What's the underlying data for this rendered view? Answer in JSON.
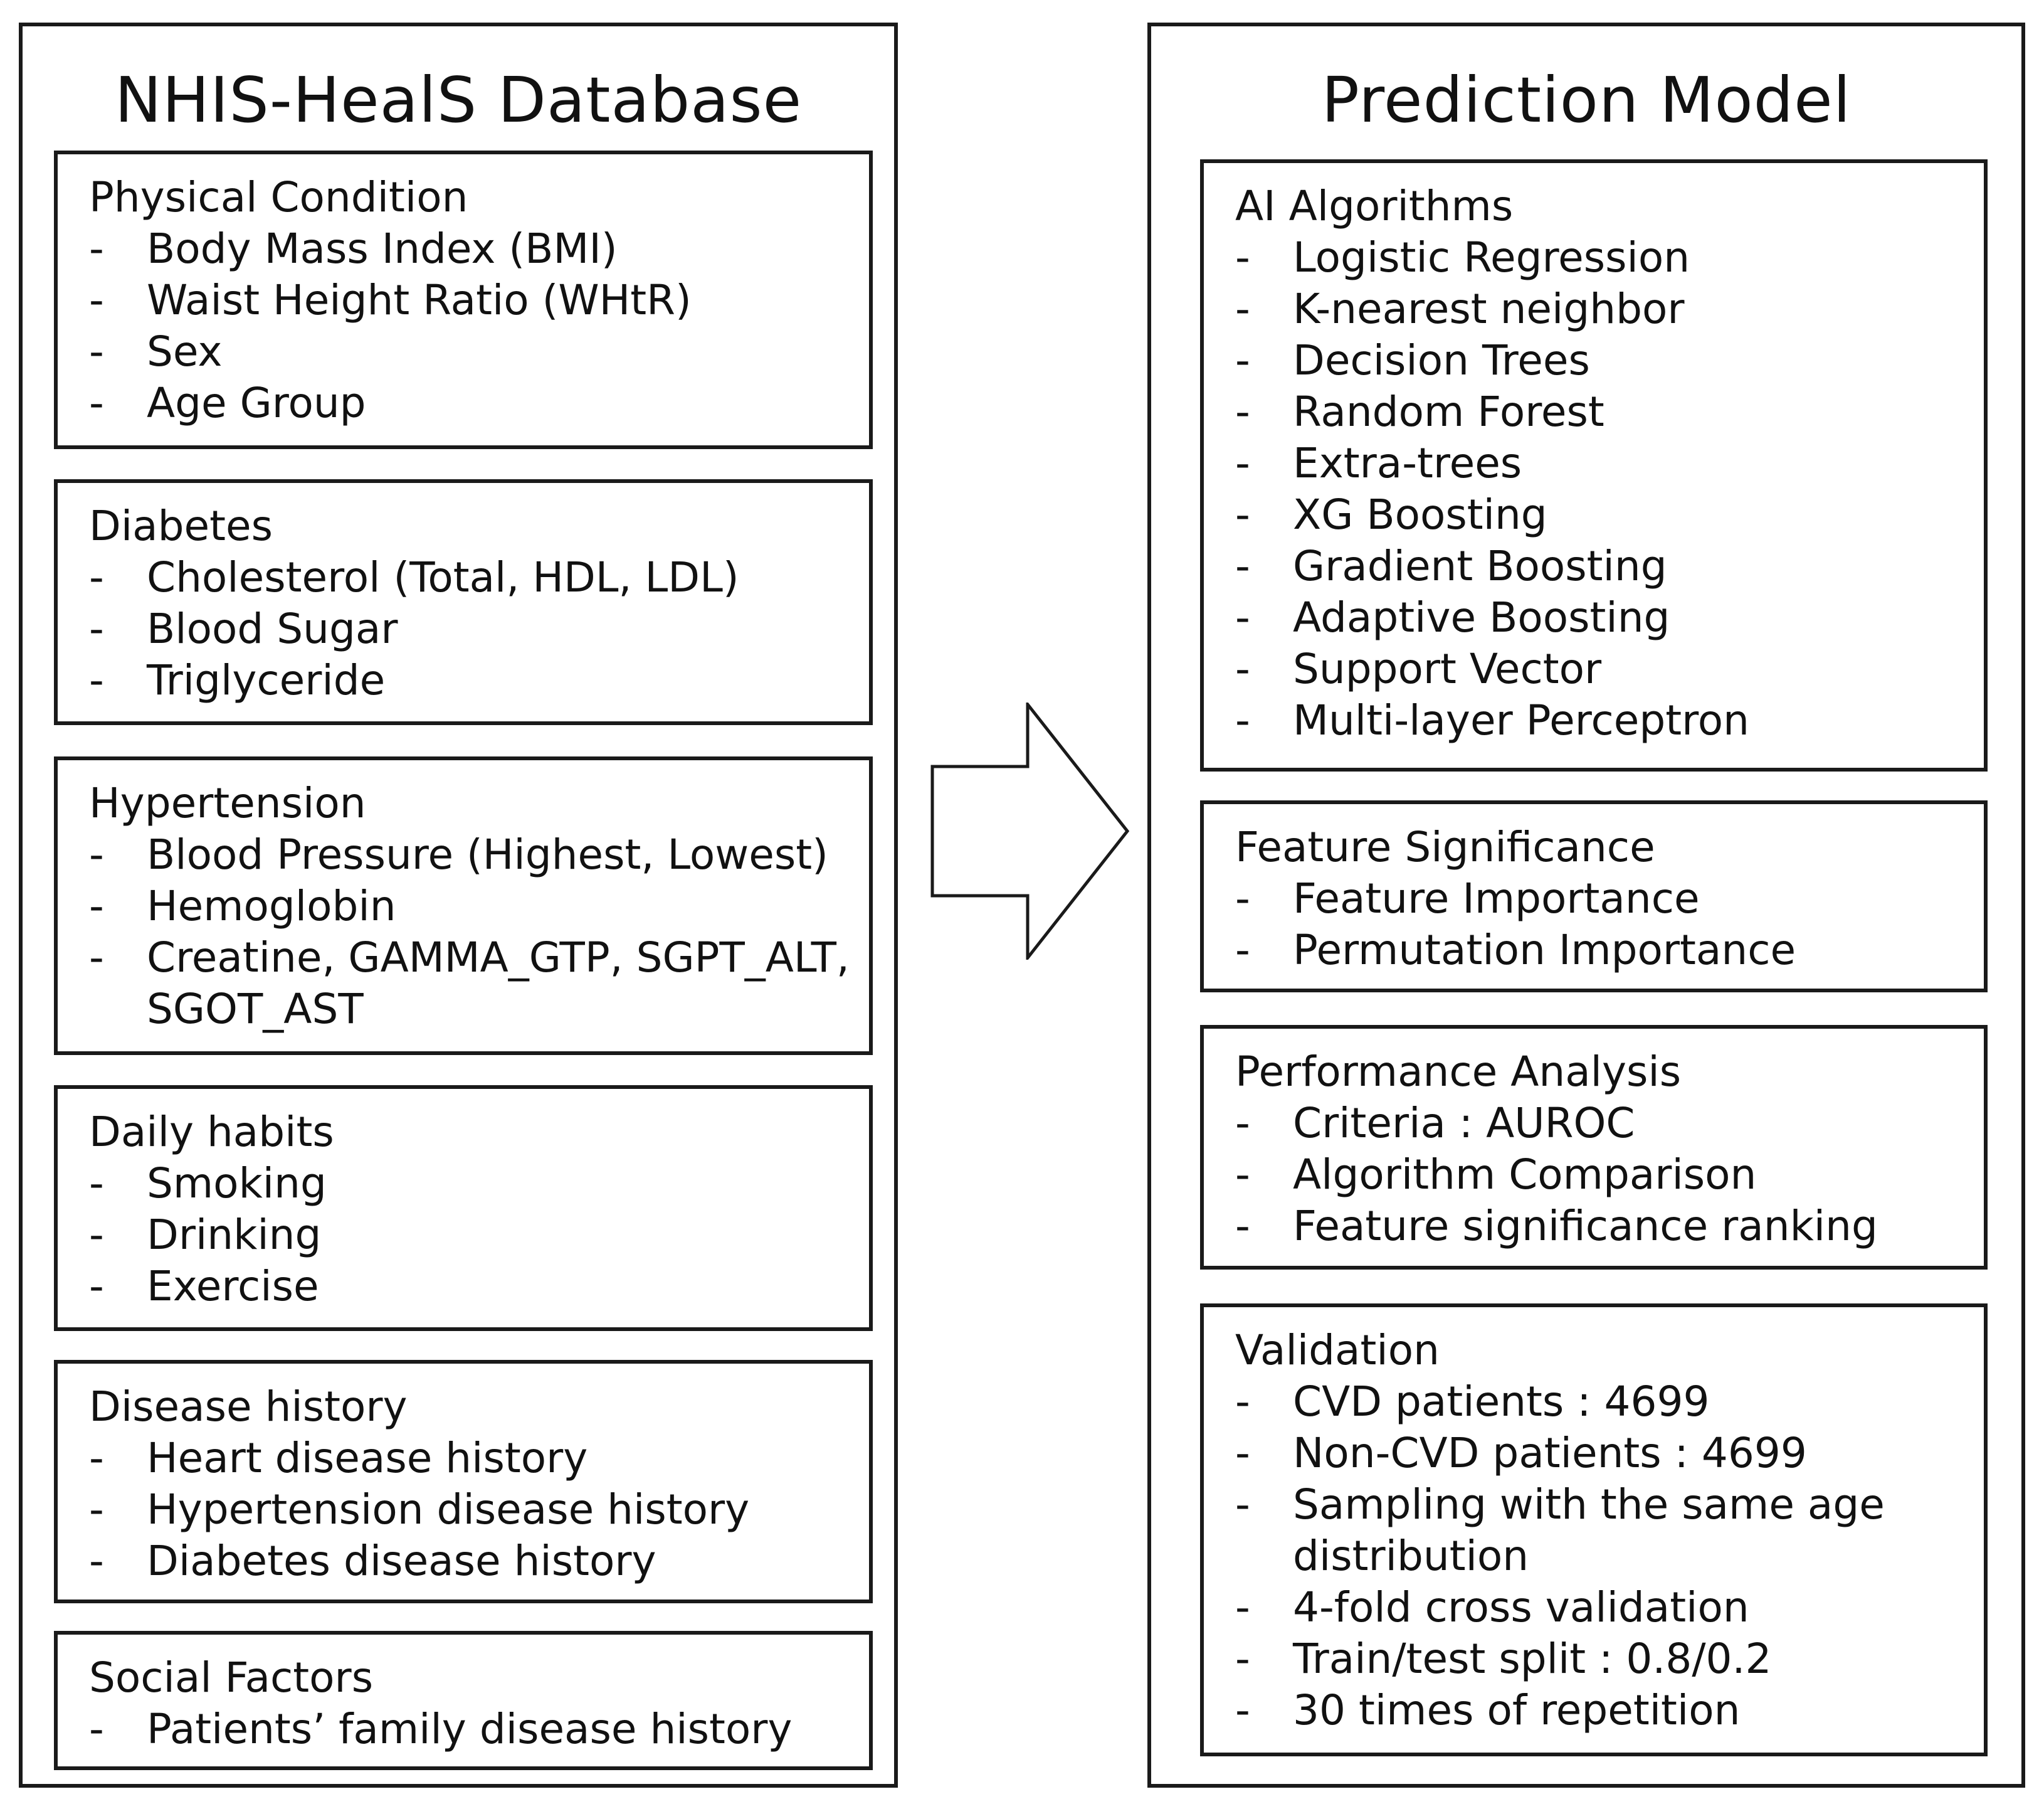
{
  "left_panel": {
    "title": "NHIS-HealS Database",
    "sections": [
      {
        "heading": "Physical Condition",
        "items": [
          "Body Mass Index (BMI)",
          "Waist Height Ratio (WHtR)",
          "Sex",
          "Age Group"
        ]
      },
      {
        "heading": "Diabetes",
        "items": [
          "Cholesterol (Total, HDL, LDL)",
          "Blood Sugar",
          "Triglyceride"
        ]
      },
      {
        "heading": "Hypertension",
        "items": [
          "Blood Pressure (Highest, Lowest)",
          "Hemoglobin",
          "Creatine, GAMMA_GTP, SGPT_ALT,",
          "SGOT_AST"
        ]
      },
      {
        "heading": "Daily habits",
        "items": [
          "Smoking",
          "Drinking",
          "Exercise"
        ]
      },
      {
        "heading": "Disease history",
        "items": [
          "Heart disease history",
          "Hypertension disease history",
          "Diabetes disease history"
        ]
      },
      {
        "heading": "Social Factors",
        "items": [
          "Patients’ family disease history"
        ]
      }
    ]
  },
  "right_panel": {
    "title": "Prediction Model",
    "sections": [
      {
        "heading": "AI Algorithms",
        "items": [
          "Logistic Regression",
          "K-nearest neighbor",
          "Decision Trees",
          "Random Forest",
          "Extra-trees",
          "XG Boosting",
          "Gradient Boosting",
          "Adaptive Boosting",
          "Support Vector",
          "Multi-layer Perceptron"
        ]
      },
      {
        "heading": "Feature Significance",
        "items": [
          "Feature Importance",
          "Permutation Importance"
        ]
      },
      {
        "heading": "Performance Analysis",
        "items": [
          "Criteria : AUROC",
          "Algorithm Comparison",
          "Feature significance ranking"
        ]
      },
      {
        "heading": "Validation",
        "items": [
          "CVD patients : 4699",
          "Non-CVD patients : 4699",
          "Sampling with the same age",
          "distribution",
          "4-fold cross validation",
          "Train/test split : 0.8/0.2",
          "30 times of repetition"
        ]
      }
    ]
  },
  "bullet": "-",
  "arrow_icon": "right-arrow-icon"
}
